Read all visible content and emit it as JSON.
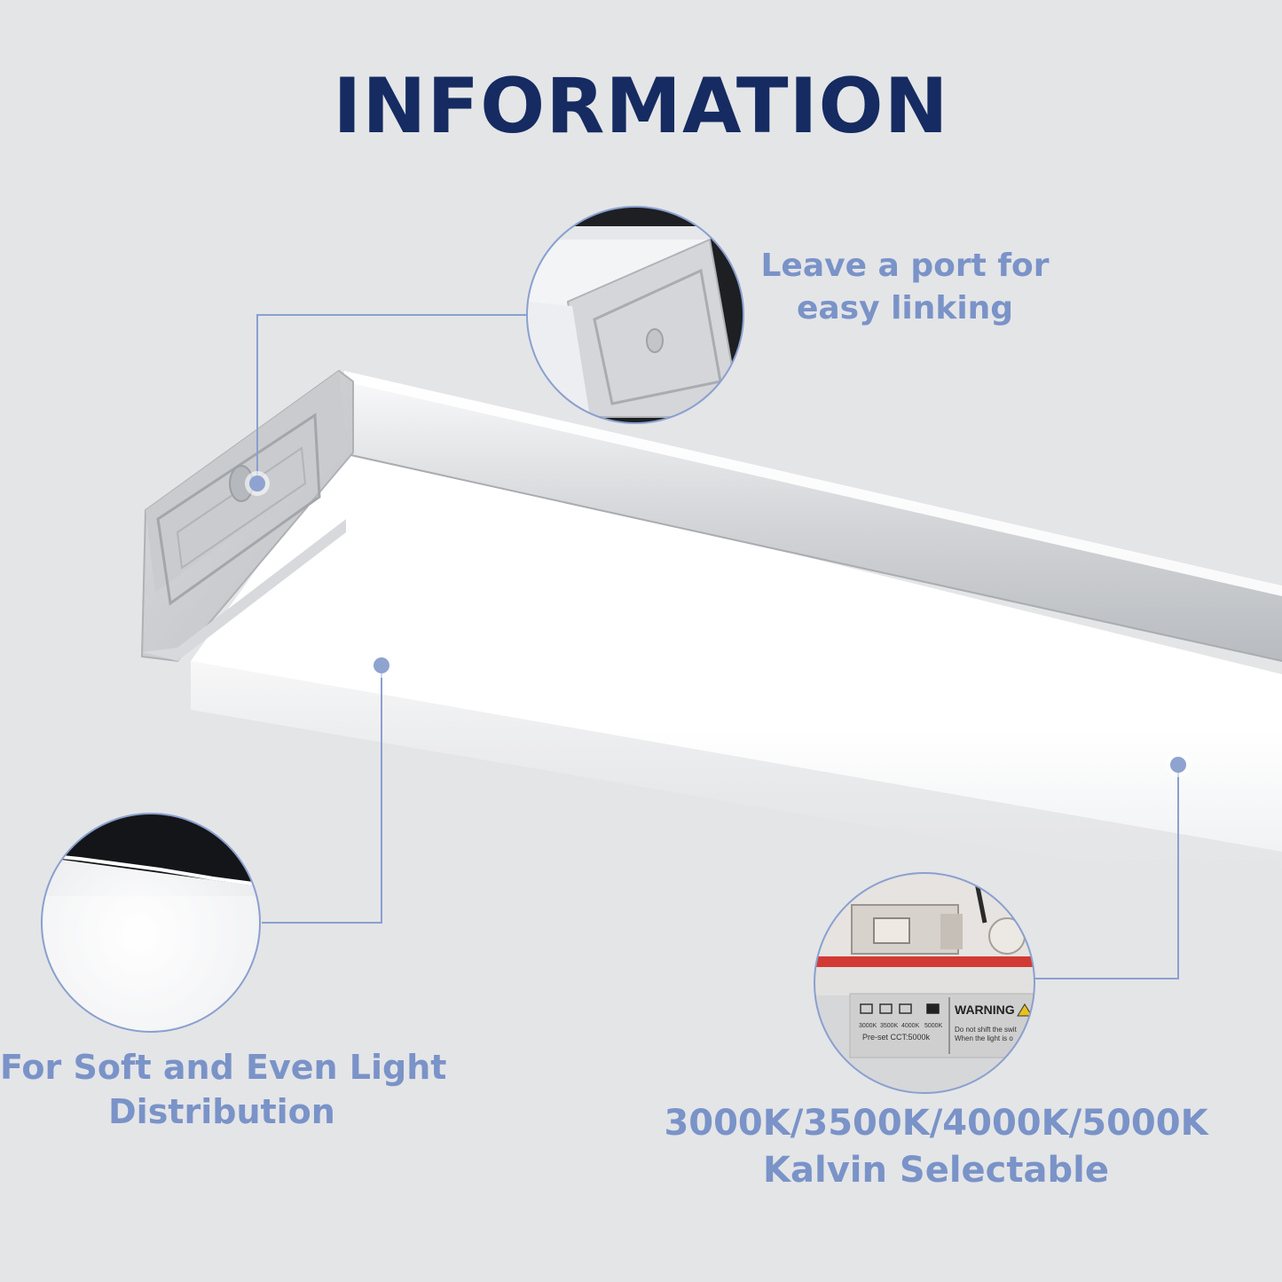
{
  "heading": "INFORMATION",
  "callouts": {
    "port": {
      "line1": "Leave a port for",
      "line2": "easy linking"
    },
    "soft": {
      "line1": "For Soft and Even Light",
      "line2": "Distribution"
    },
    "cct": {
      "line1": "3000K/3500K/4000K/5000K",
      "line2": "Kalvin Selectable"
    }
  },
  "switch_label": {
    "warning": "WARNING",
    "temps": [
      "3000K",
      "3500K",
      "4000K",
      "5000K"
    ],
    "preset": "Pre-set  CCT:5000k",
    "note1": "Do not shift the swit",
    "note2": "When the light is o"
  },
  "colors": {
    "background": "#e4e5e7",
    "heading": "#152b61",
    "callout_text": "#7a93c8",
    "leader_line": "#8aa0cf",
    "dot": "#8ea3cf"
  },
  "icons": {
    "pointer_dot": "circle-dot-icon",
    "warning": "warning-triangle-icon"
  }
}
